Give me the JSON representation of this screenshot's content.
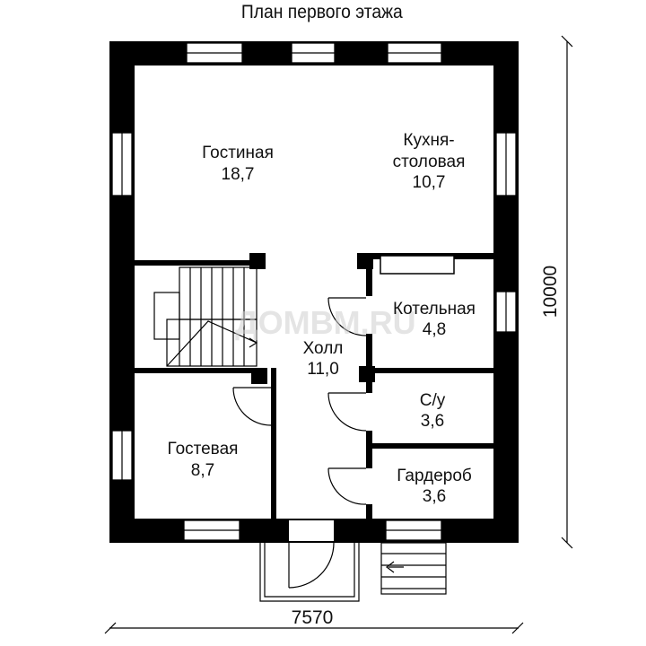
{
  "title": "План первого этажа",
  "rooms": [
    {
      "name": "Гостиная",
      "area": "18,7"
    },
    {
      "name_line1": "Кухня-",
      "name_line2": "столовая",
      "area": "10,7"
    },
    {
      "name": "Котельная",
      "area": "4,8"
    },
    {
      "name": "Холл",
      "area": "11,0"
    },
    {
      "name": "С/у",
      "area": "3,6"
    },
    {
      "name": "Гостевая",
      "area": "8,7"
    },
    {
      "name": "Гардероб",
      "area": "3,6"
    }
  ],
  "dimensions": {
    "width": "7570",
    "height": "10000"
  },
  "watermark": "ДОМВМ.RU"
}
